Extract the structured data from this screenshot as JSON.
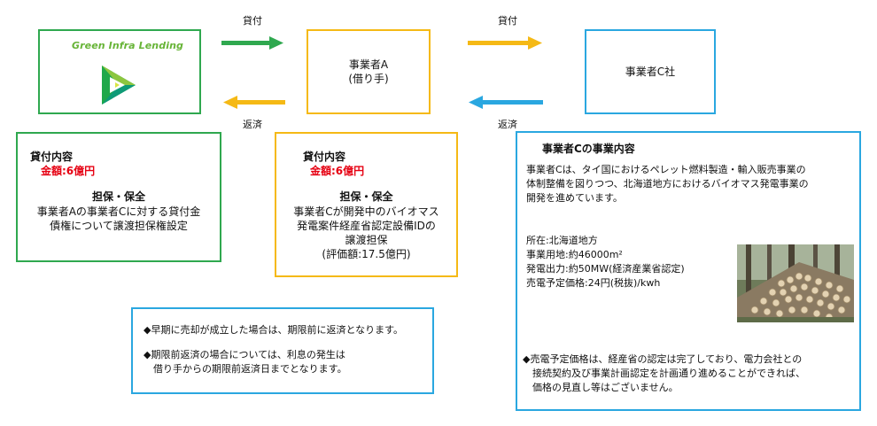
{
  "colors": {
    "green": "#2FA84F",
    "yellow": "#F5B915",
    "blue": "#2AA7E0",
    "red": "#E60012"
  },
  "lender": {
    "name": "Green Infra Lending",
    "icon": "triangle-play-logo-icon"
  },
  "borrower": {
    "line1": "事業者A",
    "line2": "(借り手)"
  },
  "partner": {
    "name": "事業者C社"
  },
  "flows": {
    "lend_label_1": "貸付",
    "lend_label_2": "貸付",
    "repay_label_1": "返済",
    "repay_label_2": "返済"
  },
  "loan_box_1": {
    "title": "貸付内容",
    "amount": "金額:6億円",
    "collateral_title": "担保・保全",
    "collateral_lines": [
      "事業者Aの事業者Cに対する貸付金",
      "債権について譲渡担保権設定"
    ]
  },
  "loan_box_2": {
    "title": "貸付内容",
    "amount": "金額:6億円",
    "collateral_title": "担保・保全",
    "collateral_lines": [
      "事業者Cが開発中のバイオマス",
      "発電案件経産省認定設備IDの",
      "譲渡担保",
      "(評価額:17.5億円)"
    ]
  },
  "notes": {
    "lines": [
      "◆早期に売却が成立した場合は、期限前に返済となります。",
      "",
      "◆期限前返済の場合については、利息の発生は",
      "　借り手からの期限前返済日までとなります。"
    ]
  },
  "partner_detail": {
    "title": "事業者Cの事業内容",
    "description_lines": [
      "事業者Cは、タイ国におけるペレット燃料製造・輸入販売事業の",
      "体制整備を図りつつ、北海道地方におけるバイオマス発電事業の",
      "開発を進めています。"
    ],
    "facts": [
      "所在:北海道地方",
      "事業用地:約46000m²",
      "発電出力:約50MW(経済産業省認定)",
      "売電予定価格:24円(税抜)/kwh"
    ],
    "photo_icon": "log-pile-photo-icon",
    "note_lines": [
      "◆売電予定価格は、経産省の認定は完了しており、電力会社との",
      "　接続契約及び事業計画認定を計画通り進めることができれば、",
      "　価格の見直し等はございません。"
    ]
  }
}
